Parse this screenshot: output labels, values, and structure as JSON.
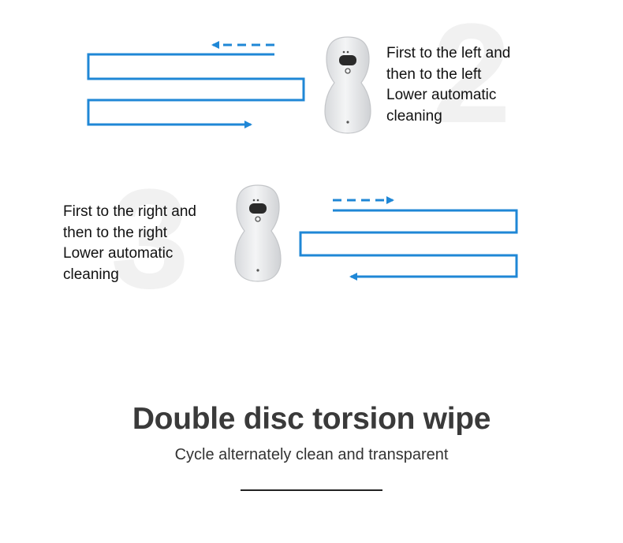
{
  "watermarks": {
    "top": "2",
    "middle": "3"
  },
  "colors": {
    "path": "#1f87d6",
    "robot_body": "#e9eaec",
    "robot_face": "#2a2a2a"
  },
  "icons": {
    "robot": "window-cleaning-robot-icon"
  },
  "pattern_top": {
    "lines": [
      "First to the left and",
      "then to the left",
      "Lower automatic",
      "cleaning"
    ]
  },
  "pattern_middle": {
    "lines": [
      "First to the right and",
      "then to the right",
      "Lower automatic",
      "cleaning"
    ]
  },
  "headline": "Double disc torsion wipe",
  "subheadline": "Cycle alternately clean and transparent"
}
